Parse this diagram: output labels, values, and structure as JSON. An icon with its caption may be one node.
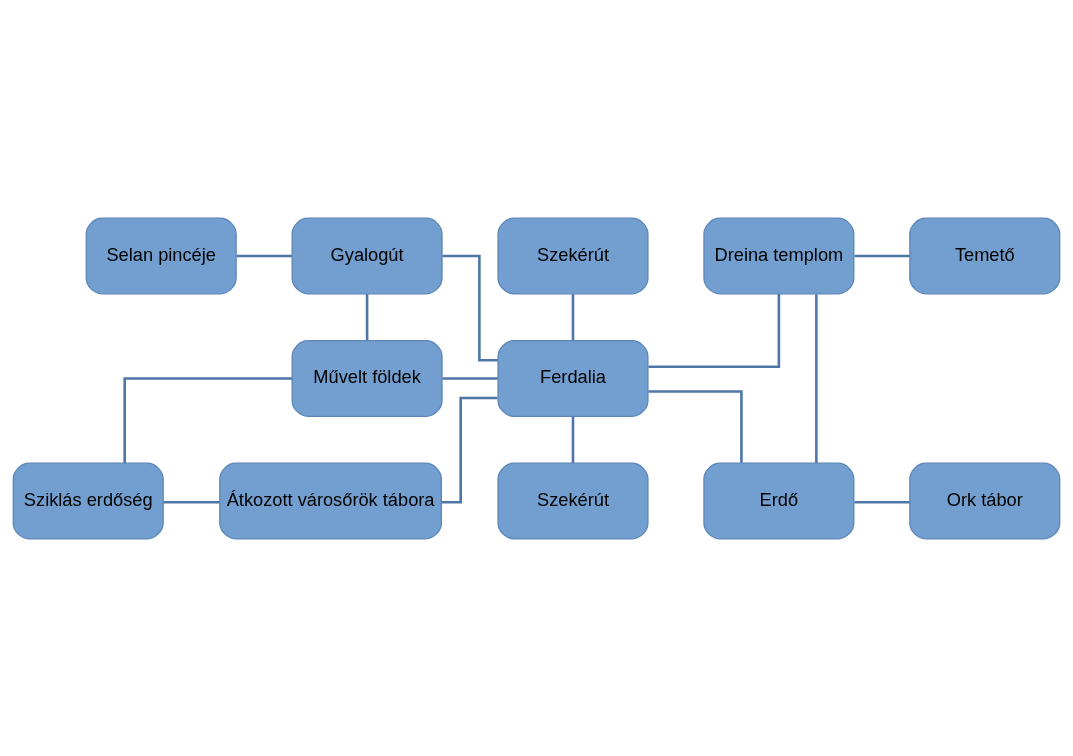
{
  "diagram": {
    "nodes": [
      {
        "text": [
          "Szekérút"
        ]
      },
      {
        "text": [
          "Selan pincéje"
        ]
      },
      {
        "text": [
          "Gyalogút"
        ]
      },
      {
        "text": [
          "Dreina templom"
        ]
      },
      {
        "text": [
          "Temető"
        ]
      },
      {
        "text": [
          "Művelt földek"
        ]
      },
      {
        "text": [
          "Ferdalia"
        ]
      },
      {
        "text": [
          "Sziklás erdőség"
        ]
      },
      {
        "text": [
          "Átkozott városőrök tábora"
        ]
      },
      {
        "text": [
          "Erdő"
        ]
      },
      {
        "text": [
          "Ork tábor"
        ]
      },
      {
        "text": [
          "Szekérút"
        ]
      }
    ],
    "edges": [
      {
        "from": 0,
        "to": 6,
        "arrow": "none"
      },
      {
        "from": 1,
        "to": 2,
        "arrow": "none"
      },
      {
        "from": 2,
        "to": 6,
        "arrow": "none"
      },
      {
        "from": 3,
        "to": 6,
        "arrow": "none"
      },
      {
        "from": 3,
        "to": 4,
        "arrow": "none"
      },
      {
        "from": 2,
        "to": 5,
        "arrow": "none"
      },
      {
        "from": 5,
        "to": 6,
        "arrow": "none"
      },
      {
        "from": 5,
        "to": 7,
        "arrow": "none"
      },
      {
        "from": 3,
        "to": 9,
        "arrow": "none"
      },
      {
        "from": 7,
        "to": 8,
        "arrow": "none"
      },
      {
        "from": 8,
        "to": 6,
        "arrow": "none"
      },
      {
        "from": 9,
        "to": 6,
        "arrow": "none"
      },
      {
        "from": 9,
        "to": 10,
        "arrow": "none"
      },
      {
        "from": 6,
        "to": 11,
        "arrow": "none"
      }
    ]
  }
}
